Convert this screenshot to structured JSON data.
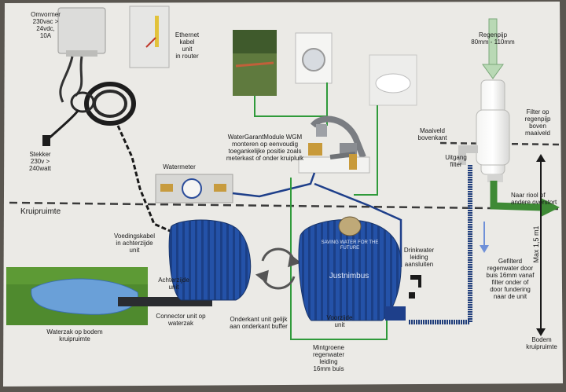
{
  "colors": {
    "paper": "#e9e8e4",
    "blue_pipe": "#1e3f8a",
    "green_pipe": "#2f9a3a",
    "unit_blue": "#1f4ea0",
    "grass": "#4f8a2e",
    "dashed": "#3a3a3a"
  },
  "labels": {
    "converter": "Omvormer\n230vac >\n24vdc,\n10A",
    "ethernet": "Ethernet\nkabel\nunit\nin router",
    "plug": "Stekker\n230v >\n240watt",
    "regenpijp": "Regenpijp\n80mm - 110mm",
    "filter": "Filter op\nregenpijp\nboven\nmaaiveld",
    "maaiveld": "Maaiveld\nbovenkant",
    "uitgang": "Uitgang\nfilter",
    "wgm": "WaterGarantModule WGM\nmonteren op eenvoudig\ntoegankelijke positie zoals\nmeterkast of onder kruipluik",
    "watermeter": "Watermeter",
    "kruipruimte": "Kruipruimte",
    "riool": "Naar riool of\nandere overstort",
    "voedingskabel": "Voedingskabel\nin achterzijde\nunit",
    "achterzijde": "Achterzijde\nunit",
    "drinkwater": "Drinkwater\nleiding\naansluiten",
    "gefilterd": "Gefilterd\nregenwater door\nbuis 16mm vanaf\nfilter onder of\ndoor fundering\nnaar de unit",
    "waterzak": "Waterzak op bodem\nkruipruimte",
    "connector": "Connector unit op\nwaterzak",
    "onderkant": "Onderkant unit gelijk\naan onderkant buffer",
    "voorzijde": "Voorzijde\nunit",
    "mintgroene": "Mintgroene\nregenwater\nleiding\n16mm buis",
    "max": "Max 1,5 m1",
    "bodem": "Bodem\nkruipruimte",
    "unit_brand": "Justnimbus",
    "unit_slogan": "SAVING WATER FOR THE FUTURE"
  }
}
